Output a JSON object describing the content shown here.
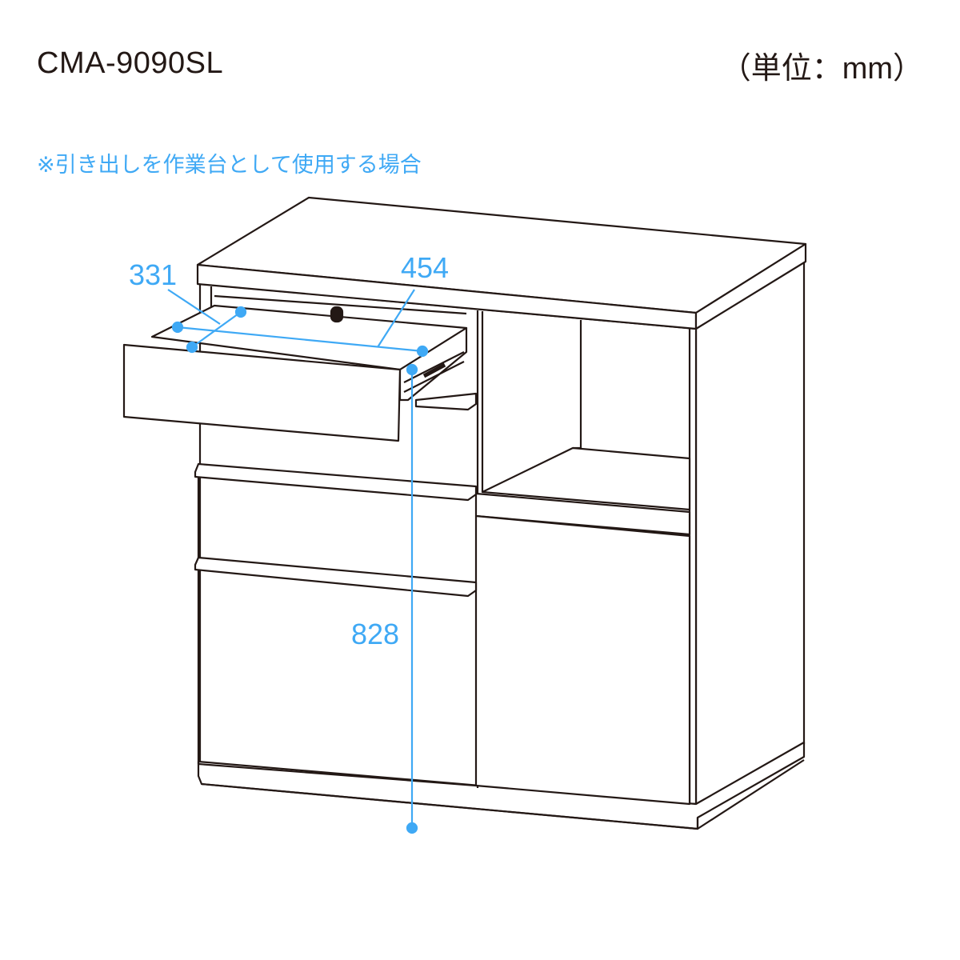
{
  "header": {
    "model": "CMA-9090SL",
    "unit": "（単位：mm）"
  },
  "note": "※引き出しを作業台として使用する場合",
  "dimensions": {
    "drawer_depth": "331",
    "drawer_width": "454",
    "working_height": "828"
  },
  "colors": {
    "line": "#231815",
    "dimension": "#3fa9f5"
  }
}
